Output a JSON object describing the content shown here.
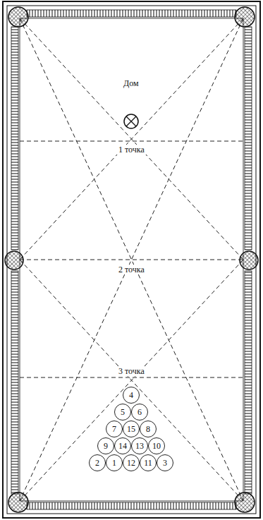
{
  "diagram": {
    "nodes": [
      {
        "text": [
          "4"
        ]
      },
      {
        "text": [
          "5"
        ]
      },
      {
        "text": [
          "6"
        ]
      },
      {
        "text": [
          "7"
        ]
      },
      {
        "text": [
          "15"
        ]
      },
      {
        "text": [
          "8"
        ]
      },
      {
        "text": [
          "9"
        ]
      },
      {
        "text": [
          "14"
        ]
      },
      {
        "text": [
          "13"
        ]
      },
      {
        "text": [
          "10"
        ]
      },
      {
        "text": [
          "2"
        ]
      },
      {
        "text": [
          "1"
        ]
      },
      {
        "text": [
          "12"
        ]
      },
      {
        "text": [
          "11"
        ]
      },
      {
        "text": [
          "3"
        ]
      }
    ],
    "labels": [
      "Дом",
      "1 точка",
      "2 точка",
      "3 точка"
    ]
  }
}
